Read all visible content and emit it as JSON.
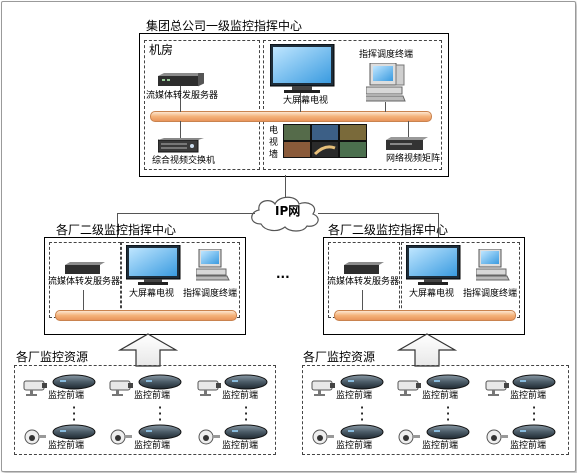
{
  "hq": {
    "title": "集团总公司一级监控指挥中心",
    "machine_room": "机房",
    "streaming_server": "流媒体转发服务器",
    "video_switch": "综合视频交换机",
    "dispatch_terminal": "指挥调度终端",
    "big_screen_tv": "大屏幕电视",
    "video_wall_chars": [
      "电",
      "视",
      "墙"
    ],
    "video_matrix": "网络视频矩阵"
  },
  "network": {
    "label": "IP网"
  },
  "branch_left": {
    "title": "各厂二级监控指挥中心",
    "streaming_server": "流媒体转发服务器",
    "big_screen_tv": "大屏幕电视",
    "dispatch_terminal": "指挥调度终端"
  },
  "ellipsis": "...",
  "branch_right": {
    "title": "各厂二级监控指挥中心",
    "streaming_server": "流媒体转发服务器",
    "big_screen_tv": "大屏幕电视",
    "dispatch_terminal": "指挥调度终端"
  },
  "resources_left": {
    "title": "各厂监控资源",
    "front_labels": [
      "监控前端",
      "监控前端",
      "监控前端",
      "监控前端",
      "监控前端",
      "监控前端"
    ]
  },
  "resources_right": {
    "title": "各厂监控资源",
    "front_labels": [
      "监控前端",
      "监控前端",
      "监控前端",
      "监控前端",
      "监控前端",
      "监控前端"
    ]
  }
}
